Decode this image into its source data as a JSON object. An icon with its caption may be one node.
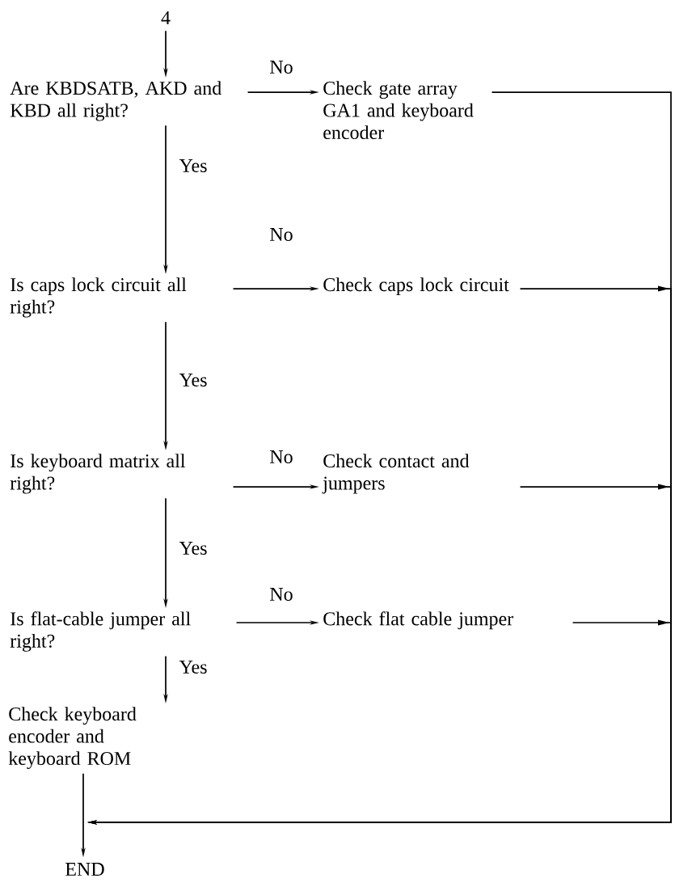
{
  "diagram": {
    "nodes": [
      {
        "text": [
          "4"
        ]
      },
      {
        "text": [
          "Are KBDSATB, AKD and KBD all right?"
        ]
      },
      {
        "text": [
          "Check gate array GA1 and keyboard encoder"
        ]
      },
      {
        "text": [
          "Is caps lock circuit all right?"
        ]
      },
      {
        "text": [
          "Check caps lock circuit"
        ]
      },
      {
        "text": [
          "Is keyboard matrix all right?"
        ]
      },
      {
        "text": [
          "Check contact and jumpers"
        ]
      },
      {
        "text": [
          "Is flat-cable jumper all right?"
        ]
      },
      {
        "text": [
          "Check flat cable jumper"
        ]
      },
      {
        "text": [
          "Check keyboard encoder and keyboard ROM"
        ]
      },
      {
        "text": [
          "END"
        ]
      }
    ],
    "edges": [
      {
        "from": 0,
        "to": 1,
        "arrow": "to"
      },
      {
        "from": 1,
        "to": 2,
        "arrow": "to",
        "label": "No"
      },
      {
        "from": 1,
        "to": 3,
        "arrow": "to",
        "label": "Yes"
      },
      {
        "from": 3,
        "to": 4,
        "arrow": "to",
        "label": "No"
      },
      {
        "from": 3,
        "to": 5,
        "arrow": "to",
        "label": "Yes"
      },
      {
        "from": 5,
        "to": 6,
        "arrow": "to",
        "label": "No"
      },
      {
        "from": 5,
        "to": 7,
        "arrow": "to",
        "label": "Yes"
      },
      {
        "from": 7,
        "to": 8,
        "arrow": "to",
        "label": "No"
      },
      {
        "from": 7,
        "to": 9,
        "arrow": "to",
        "label": "Yes"
      },
      {
        "from": 9,
        "to": 10,
        "arrow": "to"
      },
      {
        "from": 2,
        "to": 10,
        "arrow": "to"
      },
      {
        "from": 4,
        "to": 10,
        "arrow": "to"
      },
      {
        "from": 6,
        "to": 10,
        "arrow": "to"
      },
      {
        "from": 8,
        "to": 10,
        "arrow": "to"
      }
    ]
  }
}
